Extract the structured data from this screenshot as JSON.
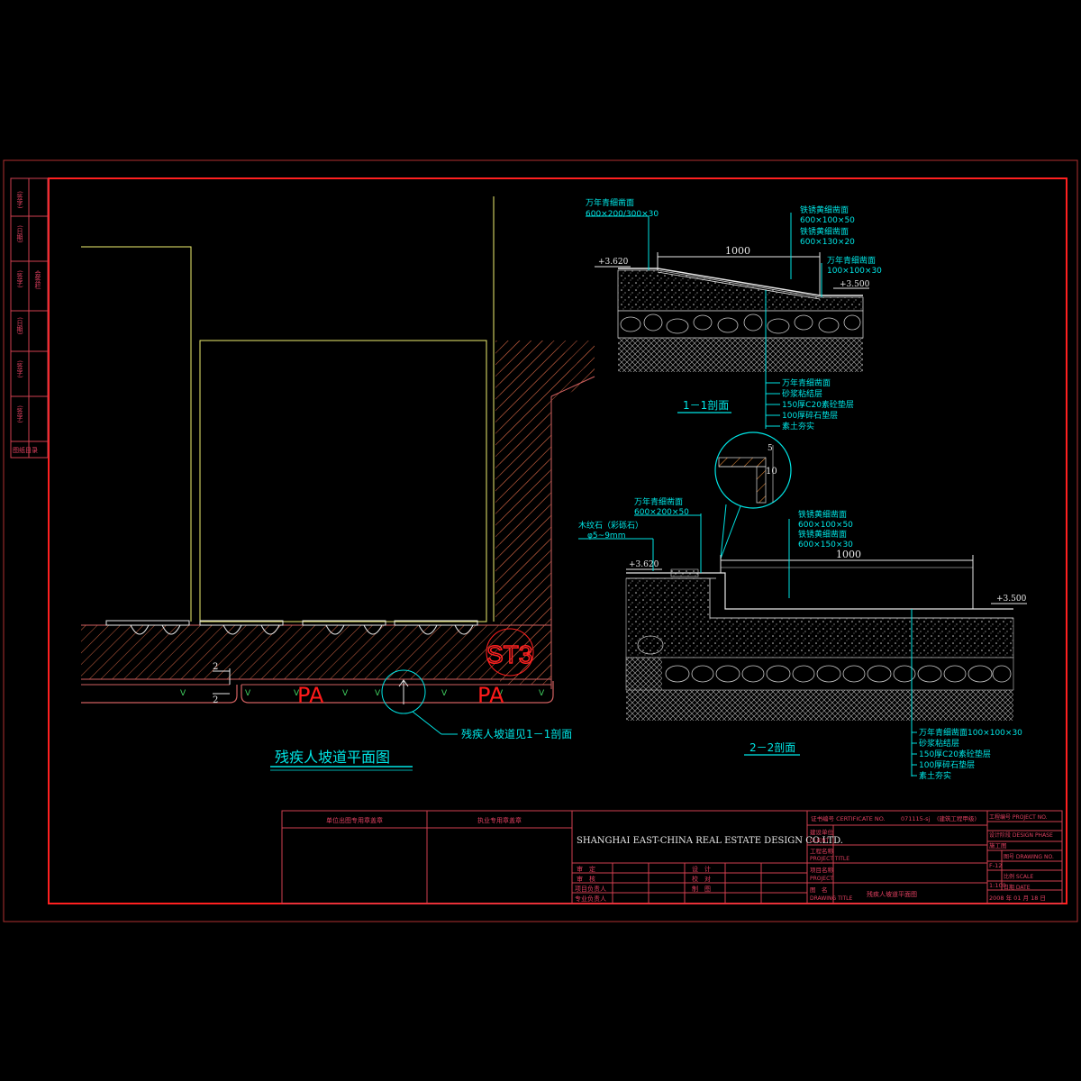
{
  "plan": {
    "title": "残疾人坡道平面图",
    "ramp_note": "残疾人坡道见1－1剖面",
    "zone_label_left": "PA",
    "zone_label_right": "PA",
    "stamp": "ST3",
    "cut_mark_top": "2",
    "cut_mark_bottom": "2"
  },
  "section1": {
    "title": "1－1剖面",
    "top_note_line1": "万年青细凿面",
    "top_note_line2": "600×200/300×30",
    "right_note1_line1": "铁锈黄细凿面",
    "right_note1_line2": "600×100×50",
    "right_note2_line1": "铁锈黄细凿面",
    "right_note2_line2": "600×130×20",
    "right_note3_line1": "万年青细凿面",
    "right_note3_line2": "100×100×30",
    "dim_width": "1000",
    "level_left": "+3.620",
    "level_right": "+3.500",
    "layers": [
      "万年青细凿面",
      "砂浆粘结层",
      "150厚C20素砼垫层",
      "100厚碎石垫层",
      "素土夯实"
    ]
  },
  "detail": {
    "dim_a": "5",
    "dim_b": "10"
  },
  "section2": {
    "title": "2－2剖面",
    "top_note_line1": "万年青细凿面",
    "top_note_line2": "600×200×50",
    "left_note_line1": "木纹石（彩砾石）",
    "left_note_line2": "φ5~9mm",
    "right_note1_line1": "铁锈黄细凿面",
    "right_note1_line2": "600×100×50",
    "right_note2_line1": "铁锈黄细凿面",
    "right_note2_line2": "600×150×30",
    "dim_width": "1000",
    "level_left": "+3.620",
    "level_right": "+3.500",
    "layers": [
      "万年青细凿面100×100×30",
      "砂浆粘结层",
      "150厚C20素砼垫层",
      "100厚碎石垫层",
      "素土夯实"
    ]
  },
  "title_block": {
    "company": "SHANGHAI EAST-CHINA REAL ESTATE DESIGN CO.LTD.",
    "review_col1": "单位出图专用章盖章",
    "review_col2": "执业专用章盖章",
    "role_1": "审　定",
    "role_2": "审　核",
    "role_3": "项目负责人",
    "role_4": "专业负责人",
    "role_5": "设　计",
    "role_6": "校　对",
    "role_7": "制　图",
    "cert_label": "证书编号 CERTIFICATE NO.",
    "cert_no": "071115-sj",
    "cert_grade": "(建筑工程甲级)",
    "client_label": "建设单位",
    "client_en": "CLIENT",
    "project_label": "工程名称",
    "project_en": "PROJECT TITLE",
    "subproject_label": "项目名称",
    "subproject_en": "PROJECT",
    "drawing_label": "图　名",
    "drawing_en": "DRAWING TITLE",
    "drawing_title": "残疾人坡道平面图",
    "project_no_label": "工程编号 PROJECT NO.",
    "design_phase_label": "设计阶段 DESIGN PHASE",
    "design_phase": "施工图",
    "drawing_no_label": "图号 DRAWING NO.",
    "drawing_no": "F-12",
    "scale_label": "比例 SCALE",
    "scale": "1:100",
    "date_label": "日期 DATE",
    "date": "2008 年 01 月 18 日"
  },
  "side_strip": [
    "(签字)",
    "(日期)",
    "(签字)",
    "会签栏",
    "(日期)",
    "(签字)",
    "(签字)",
    "图纸目录"
  ]
}
